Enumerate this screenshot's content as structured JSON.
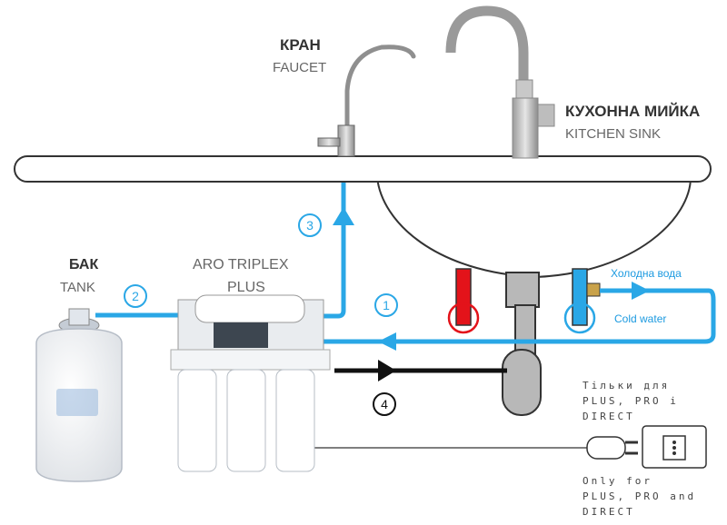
{
  "labels": {
    "faucet_ua": "КРАН",
    "faucet_en": "FAUCET",
    "sink_ua": "КУХОННА МИЙКА",
    "sink_en": "KITCHEN SINK",
    "tank_ua": "БАК",
    "tank_en": "TANK",
    "filter_line1": "ARO TRIPLEX",
    "filter_line2": "PLUS",
    "cold_ua": "Холодна вода",
    "cold_en": "Cold water",
    "note_ua": "Тільки для\nPLUS, PRO і\nDIRECT",
    "note_en": "Only for\nPLUS, PRO and\nDIRECT"
  },
  "steps": {
    "s1": "1",
    "s2": "2",
    "s3": "3",
    "s4": "4"
  },
  "colors": {
    "pipe_blue": "#2aa7e6",
    "drain_black": "#111111",
    "hot_red": "#e3131a",
    "sink_gray": "#bdbdbd"
  }
}
